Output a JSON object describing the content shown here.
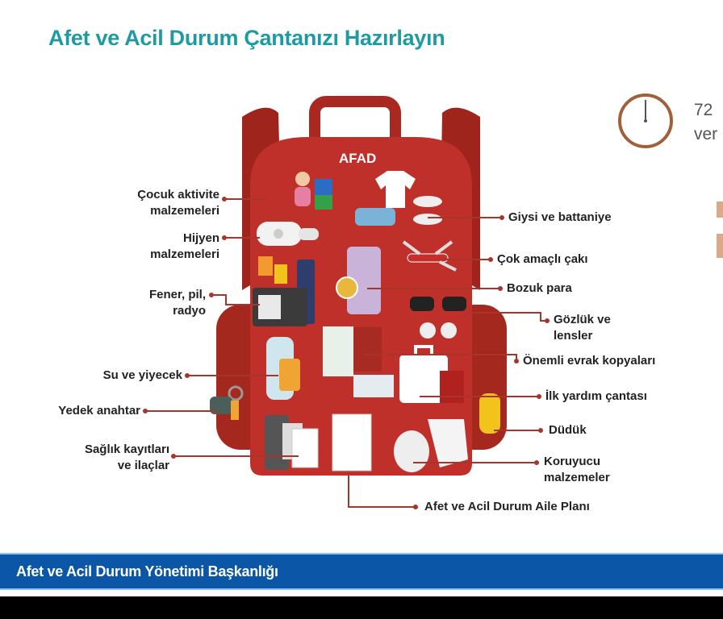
{
  "title": "Afet ve Acil Durum Çantanızı Hazırlayın",
  "backpack_brand": "AFAD",
  "side_text": {
    "line1": "72",
    "line2": "ver"
  },
  "left_labels": [
    {
      "line1": "Çocuk aktivite",
      "line2": "malzemeleri"
    },
    {
      "line1": "Hijyen",
      "line2": "malzemeleri"
    },
    {
      "line1": "Fener, pil,",
      "line2": "radyo"
    },
    {
      "line1": "Su ve yiyecek"
    },
    {
      "line1": "Yedek anahtar"
    },
    {
      "line1": "Sağlık kayıtları",
      "line2": "ve ilaçlar"
    }
  ],
  "right_labels": [
    {
      "line1": "Giysi ve battaniye"
    },
    {
      "line1": "Çok amaçlı çakı"
    },
    {
      "line1": "Bozuk para"
    },
    {
      "line1": "Gözlük ve",
      "line2": "lensler"
    },
    {
      "line1": "Önemli evrak kopyaları"
    },
    {
      "line1": "İlk yardım çantası"
    },
    {
      "line1": "Düdük"
    },
    {
      "line1": "Koruyucu",
      "line2": "malzemeler"
    },
    {
      "line1": "Afet ve Acil Durum Aile Planı"
    }
  ],
  "footer": "Afet ve Acil Durum Yönetimi Başkanlığı",
  "colors": {
    "title": "#1f9aa3",
    "bag": "#bf2f25",
    "bag_dark": "#9e241c",
    "footer": "#0b56a6",
    "leader": "#a9342b"
  }
}
